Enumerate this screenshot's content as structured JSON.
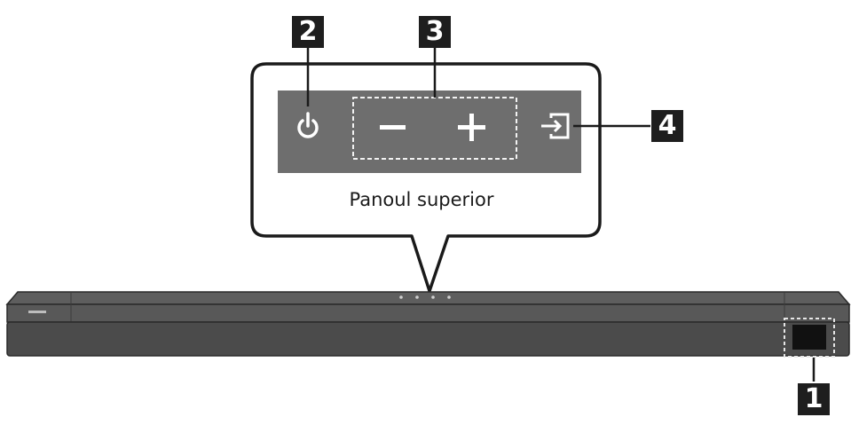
{
  "callout": {
    "title": "Panoul superior"
  },
  "labels": {
    "one": "1",
    "two": "2",
    "three": "3",
    "four": "4"
  },
  "icons": {
    "power": "power-icon",
    "volume_down": "minus-icon",
    "volume_up": "plus-icon",
    "source": "input-source-icon"
  },
  "colors": {
    "panel": "#6e6e6e",
    "soundbar_top": "#5a5a5a",
    "soundbar_front": "#4b4b4b",
    "badge": "#1e1e1e"
  }
}
